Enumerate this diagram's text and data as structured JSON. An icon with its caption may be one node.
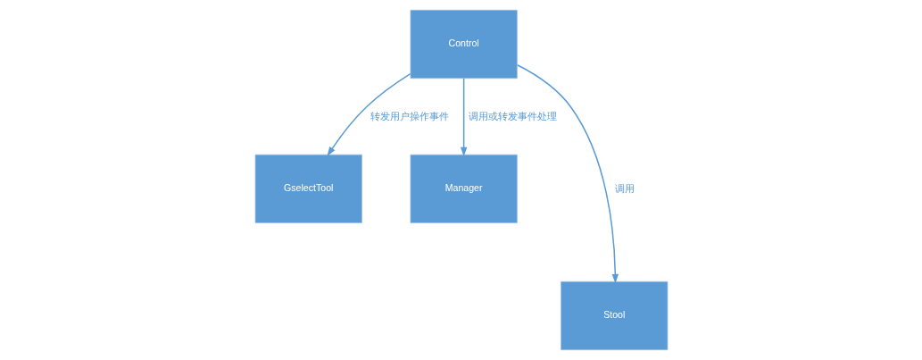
{
  "diagram": {
    "nodes": [
      {
        "text": [
          "GselectTool"
        ]
      },
      {
        "text": [
          "Control"
        ]
      },
      {
        "text": [
          "Manager"
        ]
      },
      {
        "text": [
          "Stool"
        ]
      }
    ],
    "edges": [
      {
        "from": 1,
        "to": 0,
        "arrow": "to",
        "label": "转发用户操作事件"
      },
      {
        "from": 1,
        "to": 2,
        "arrow": "to",
        "label": "调用或转发事件处理"
      },
      {
        "from": 1,
        "to": 3,
        "arrow": "to",
        "label": "调用"
      }
    ]
  }
}
